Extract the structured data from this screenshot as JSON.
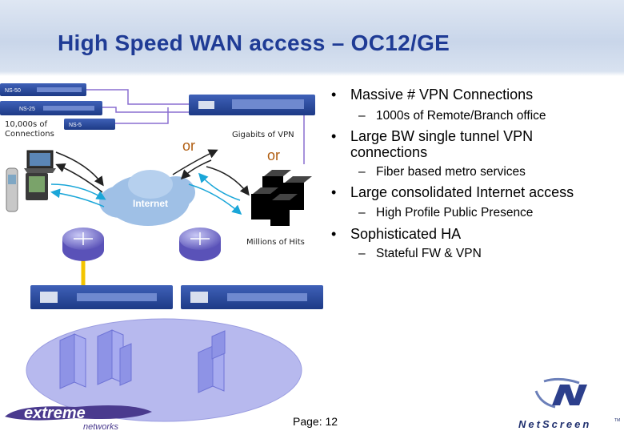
{
  "slide": {
    "title": "High Speed WAN access – OC12/GE",
    "page_label": "Page: 12"
  },
  "bullets": [
    {
      "level": 1,
      "text": "Massive # VPN Connections"
    },
    {
      "level": 2,
      "text": "1000s of Remote/Branch office"
    },
    {
      "level": 1,
      "text": "Large BW single tunnel VPN"
    },
    {
      "level": 1,
      "text": "connections"
    },
    {
      "level": 2,
      "text": "Fiber based metro services"
    },
    {
      "level": 1,
      "text": "Large consolidated Internet access"
    },
    {
      "level": 2,
      "text": "High Profile Public Presence"
    },
    {
      "level": 1,
      "text": "Sophisticated HA"
    },
    {
      "level": 2,
      "text": "Stateful FW & VPN"
    }
  ],
  "markers": {
    "bullet": "•",
    "dash": "–"
  },
  "diagram": {
    "remote_label_line1": "10,000s of",
    "remote_label_line2": "Connections",
    "device_ns50": "NS-50",
    "device_ns25": "NS-25",
    "device_ns5": "NS-5",
    "internet_label": "Internet",
    "vpn_label": "Gigabits of VPN",
    "hits_label": "Millions of Hits",
    "or_left": "or",
    "or_right": "or"
  },
  "logos": {
    "extreme_word": "extreme",
    "extreme_sub": "networks",
    "netscreen_word": "NetScreen",
    "netscreen_tm": "TM"
  },
  "colors": {
    "title": "#1f3b95",
    "internet_cloud": "#9fc0e6",
    "lan_cloud": "#b7b9ee",
    "device": "#2b4a9e",
    "link_purple": "#8a6fd0",
    "link_yellow": "#f3c400",
    "or_text": "#b05d10"
  },
  "icons": [
    "firewall-appliance-icon",
    "router-icon",
    "laptop-icon",
    "phone-icon",
    "pda-icon",
    "server-icon",
    "building-icon",
    "internet-cloud-icon"
  ]
}
